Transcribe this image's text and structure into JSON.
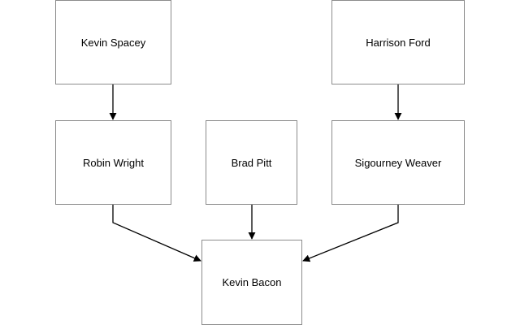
{
  "diagram": {
    "nodes": {
      "kevin_spacey": "Kevin Spacey",
      "harrison_ford": "Harrison Ford",
      "robin_wright": "Robin Wright",
      "brad_pitt": "Brad Pitt",
      "sigourney_weaver": "Sigourney Weaver",
      "kevin_bacon": "Kevin Bacon"
    },
    "edges": [
      {
        "from": "Kevin Spacey",
        "to": "Robin Wright"
      },
      {
        "from": "Harrison Ford",
        "to": "Sigourney Weaver"
      },
      {
        "from": "Robin Wright",
        "to": "Kevin Bacon"
      },
      {
        "from": "Brad Pitt",
        "to": "Kevin Bacon"
      },
      {
        "from": "Sigourney Weaver",
        "to": "Kevin Bacon"
      }
    ],
    "colors": {
      "border": "#8c8c8c",
      "edge": "#000000",
      "text": "#000000",
      "background": "#ffffff"
    }
  }
}
